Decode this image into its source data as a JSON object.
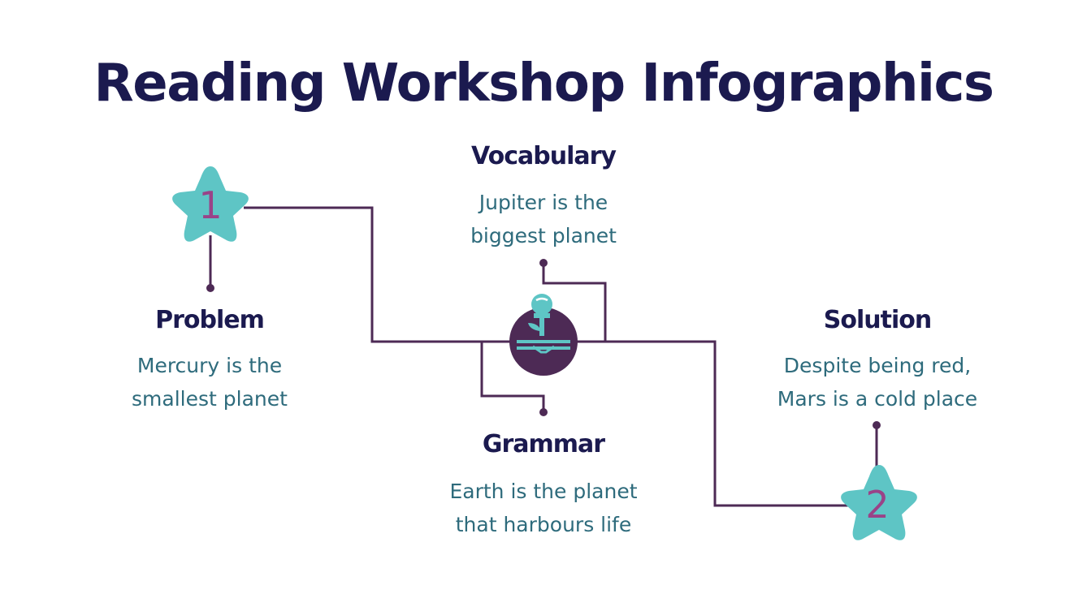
{
  "title": "Reading Workshop  Infographics",
  "colors": {
    "title": "#1b1a4f",
    "body_text": "#2e6b7c",
    "line": "#4d2a55",
    "star": "#5ec5c5",
    "star_number": "#9a4388",
    "center_circle": "#4d2a55",
    "center_icon": "#5ec5c5"
  },
  "center_icon": "book-with-flower-icon",
  "items": [
    {
      "id": "problem",
      "number": "1",
      "heading": "Problem",
      "line1": "Mercury is the",
      "line2": "smallest planet"
    },
    {
      "id": "vocabulary",
      "heading": "Vocabulary",
      "line1": "Jupiter is the",
      "line2": "biggest planet"
    },
    {
      "id": "grammar",
      "heading": "Grammar",
      "line1": "Earth is the planet",
      "line2": "that harbours life"
    },
    {
      "id": "solution",
      "number": "2",
      "heading": "Solution",
      "line1": "Despite being red,",
      "line2": "Mars is a cold place"
    }
  ]
}
